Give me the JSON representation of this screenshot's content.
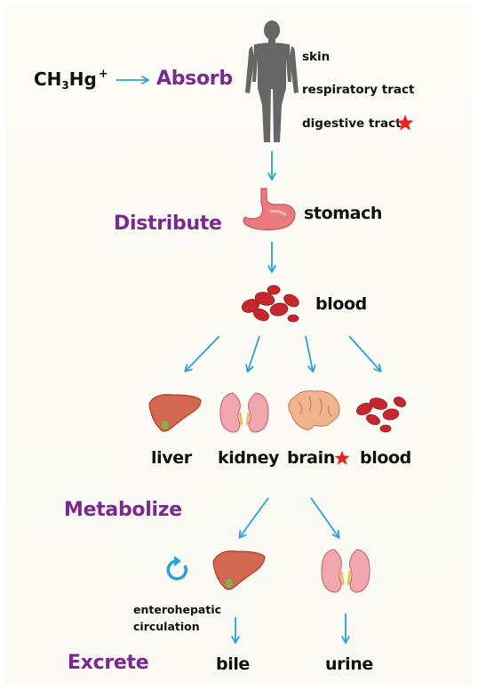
{
  "compound": {
    "base": "CH",
    "sub": "3",
    "rest": "Hg",
    "charge": "+"
  },
  "stages": {
    "absorb": "Absorb",
    "distribute": "Distribute",
    "metabolize": "Metabolize",
    "excrete": "Excrete"
  },
  "routes": {
    "skin": "skin",
    "respiratory": "respiratory tract",
    "digestive": "digestive tract"
  },
  "organs": {
    "stomach": "stomach",
    "blood_top": "blood",
    "liver": "liver",
    "kidney": "kidney",
    "brain": "brain",
    "blood": "blood"
  },
  "enterohepatic": {
    "line1": "enterohepatic",
    "line2": "circulation"
  },
  "outputs": {
    "bile": "bile",
    "urine": "urine"
  },
  "colors": {
    "stage_label": "#7a2a8e",
    "arrow": "#2aa1d8",
    "star": "#e8241c",
    "body": "#6b6b6b"
  }
}
